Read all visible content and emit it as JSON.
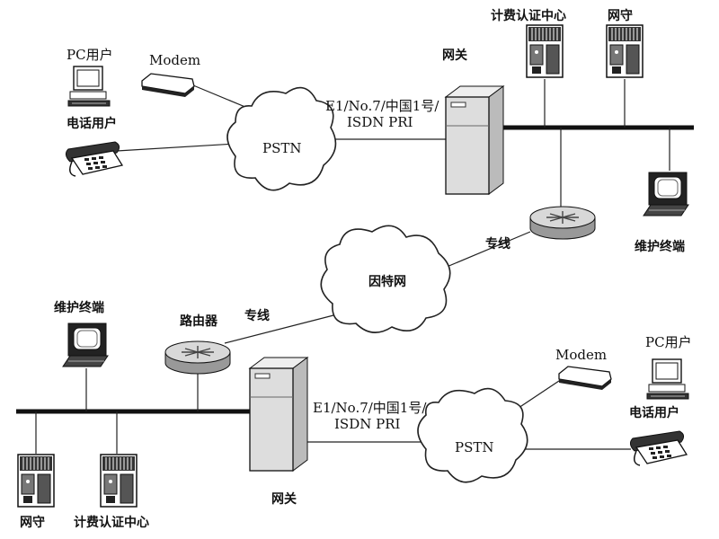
{
  "diagram": {
    "labels": {
      "pc_user_top": "PC用户",
      "modem_top": "Modem",
      "phone_user_top": "电话用户",
      "pstn_top": "PSTN",
      "link_top_1": "E1/No.7/中国1号/",
      "link_top_2": "ISDN PRI",
      "gateway_top": "网关",
      "billing_top": "计费认证中心",
      "gatekeeper_top": "网守",
      "maint_terminal_top": "维护终端",
      "leased_line_top": "专线",
      "internet": "因特网",
      "maint_terminal_bottom": "维护终端",
      "router_bottom": "路由器",
      "leased_line_bottom": "专线",
      "link_bottom_1": "E1/No.7/中国1号/",
      "link_bottom_2": "ISDN PRI",
      "modem_bottom": "Modem",
      "pc_user_bottom": "PC用户",
      "phone_user_bottom": "电话用户",
      "pstn_bottom": "PSTN",
      "gateway_bottom": "网关",
      "gatekeeper_bottom": "网守",
      "billing_bottom": "计费认证中心"
    }
  }
}
